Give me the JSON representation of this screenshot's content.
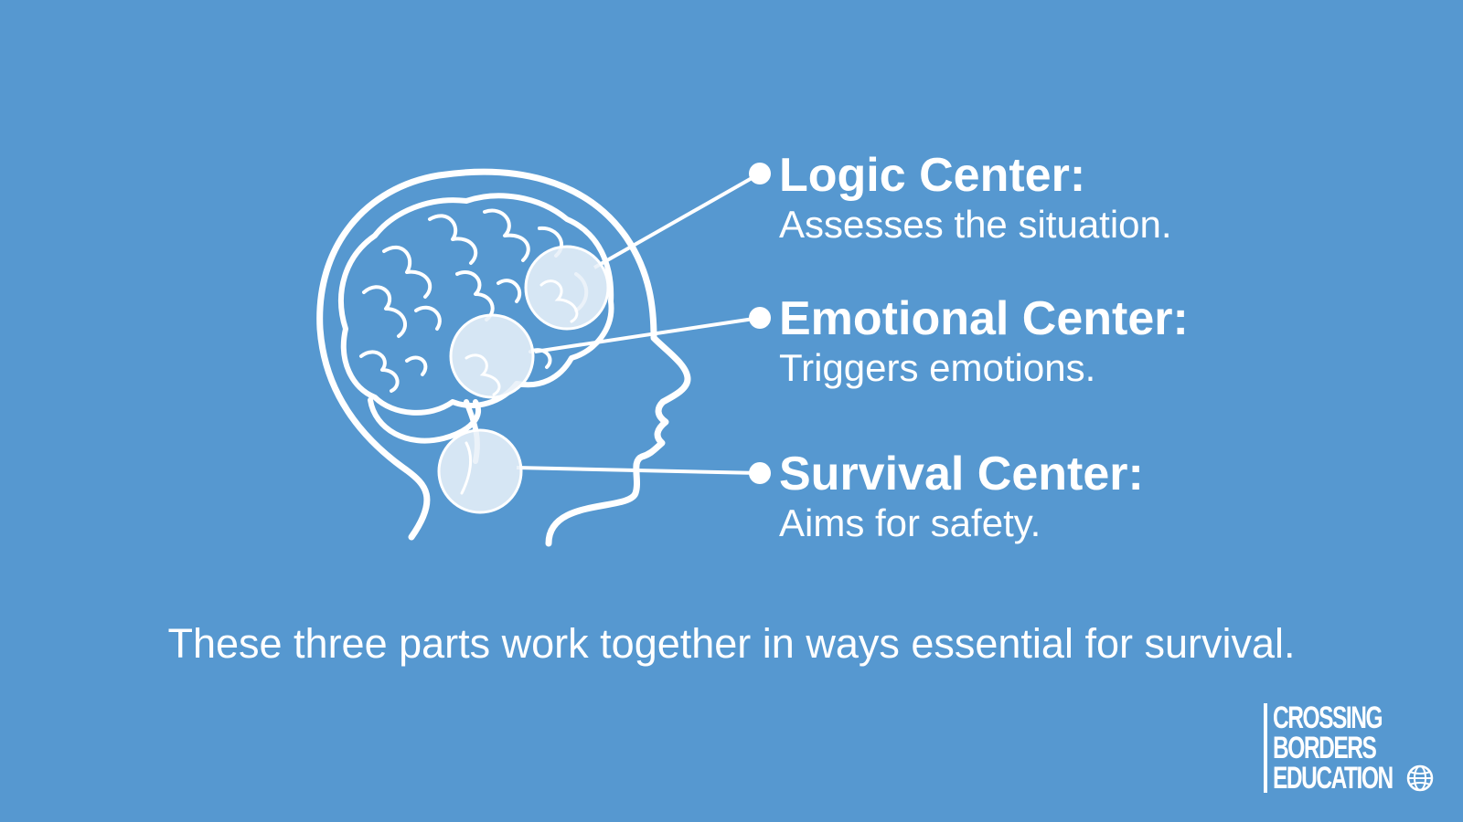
{
  "diagram": {
    "centers": [
      {
        "title": "Logic Center:",
        "description": "Assesses the situation."
      },
      {
        "title": "Emotional Center:",
        "description": "Triggers emotions."
      },
      {
        "title": "Survival Center:",
        "description": "Aims for safety."
      }
    ],
    "caption": "These three parts work together in ways essential for survival."
  },
  "logo": {
    "lines": [
      "CROSSING",
      "BORDERS",
      "EDUCATION"
    ],
    "icon": "globe-icon"
  },
  "colors": {
    "background": "#5698d0",
    "foreground": "#ffffff",
    "highlight_fill": "#e8f0f8"
  }
}
